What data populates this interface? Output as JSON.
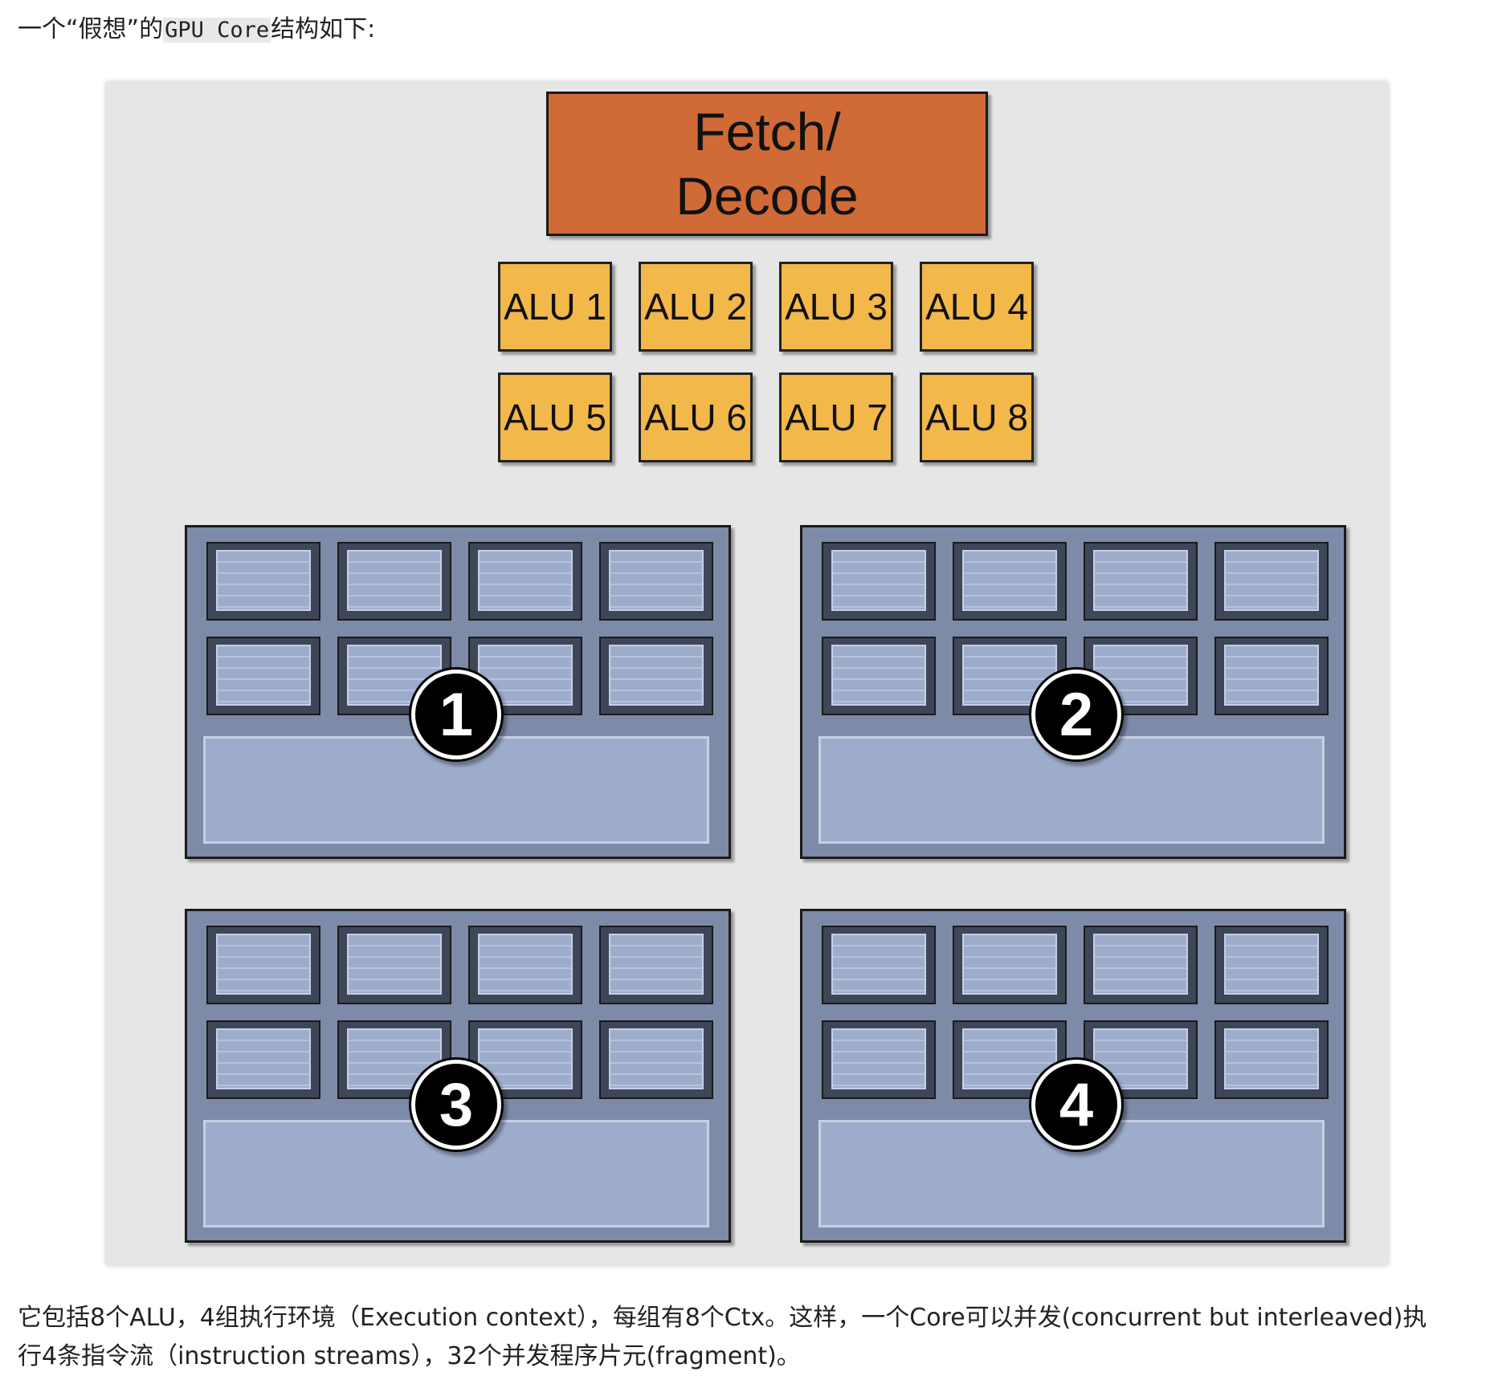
{
  "intro": {
    "prefix": "一个“假想”的",
    "code": "GPU Core",
    "suffix": "结构如下:"
  },
  "diagram": {
    "fetch_decode": {
      "line1": "Fetch/",
      "line2": "Decode"
    },
    "alus": [
      "ALU 1",
      "ALU 2",
      "ALU 3",
      "ALU 4",
      "ALU 5",
      "ALU 6",
      "ALU 7",
      "ALU 8"
    ],
    "context_groups": [
      {
        "label": "1"
      },
      {
        "label": "2"
      },
      {
        "label": "3"
      },
      {
        "label": "4"
      }
    ],
    "colors": {
      "fetch_decode": "#d06a36",
      "alu": "#f3b84a",
      "context_group": "#7d8aa8",
      "context_cell": "#9eaccc",
      "badge": "#000000"
    }
  },
  "outro": {
    "line1": "它包括8个ALU，4组执行环境（Execution context），每组有8个Ctx。这样，一个Core可以并发(concurrent but interleaved)执",
    "line2": "行4条指令流（instruction streams），32个并发程序片元(fragment)。"
  }
}
